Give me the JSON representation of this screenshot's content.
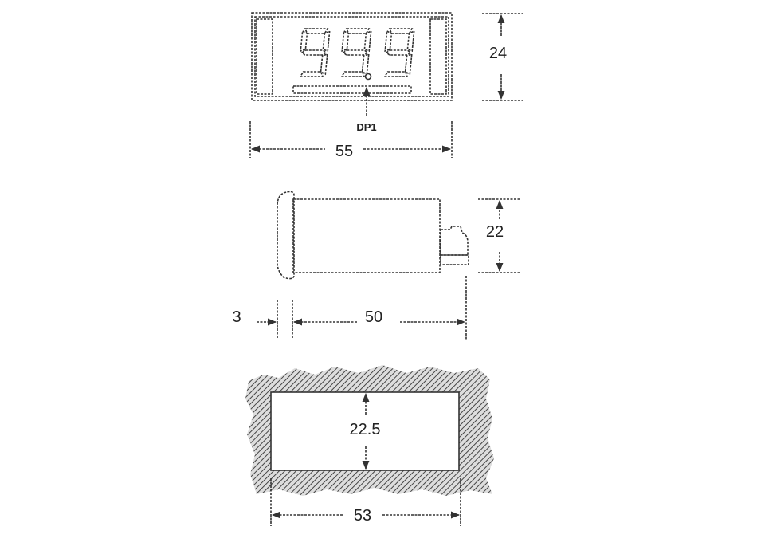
{
  "front_view": {
    "display_digits": [
      "9",
      "9",
      "9"
    ],
    "decimal_point_label": "DP1",
    "width_dim": "55",
    "height_dim": "24"
  },
  "side_view": {
    "height_dim": "22",
    "bezel_dim": "3",
    "depth_dim": "50"
  },
  "panel_cutout": {
    "height_dim": "22.5",
    "width_dim": "53"
  }
}
